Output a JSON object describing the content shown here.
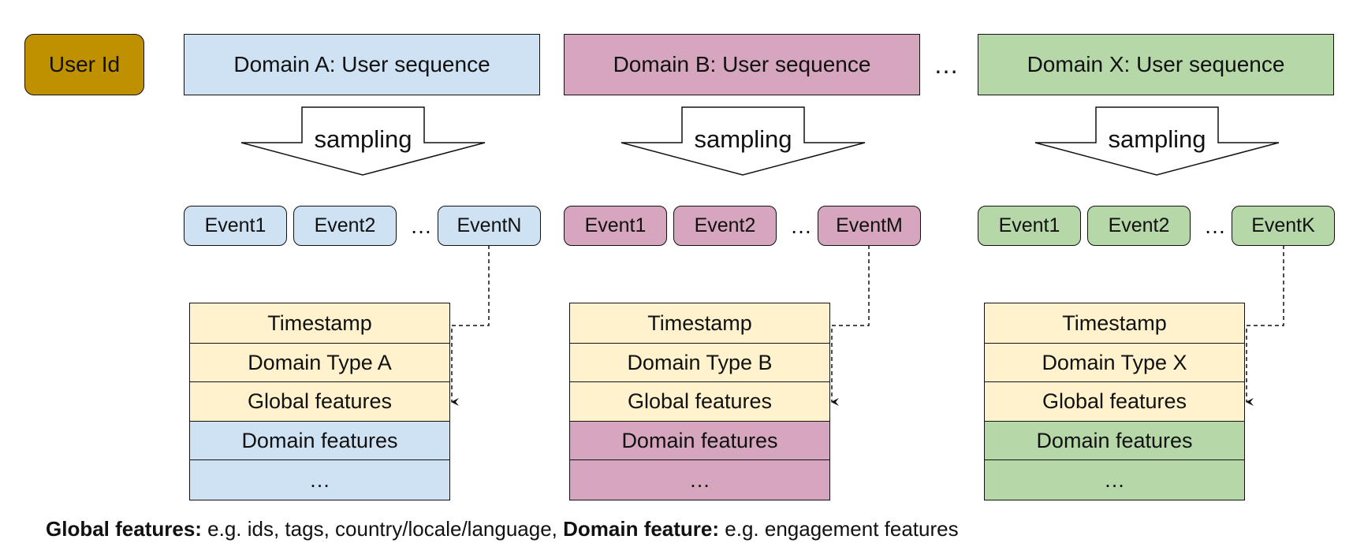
{
  "user_id_label": "User Id",
  "between_domains_ellipsis": "…",
  "domains": [
    {
      "key": "a",
      "sequence_label": "Domain A: User sequence",
      "color": "#cfe2f3",
      "sampling_label": "sampling",
      "events": [
        "Event1",
        "Event2",
        "EventN"
      ],
      "events_ellipsis": "…",
      "table": {
        "timestamp": "Timestamp",
        "domain_type": "Domain Type A",
        "global_features": "Global features",
        "domain_features": "Domain features",
        "more": "…"
      }
    },
    {
      "key": "b",
      "sequence_label": "Domain B: User sequence",
      "color": "#d5a6bd",
      "sampling_label": "sampling",
      "events": [
        "Event1",
        "Event2",
        "EventM"
      ],
      "events_ellipsis": "…",
      "table": {
        "timestamp": "Timestamp",
        "domain_type": "Domain Type B",
        "global_features": "Global features",
        "domain_features": "Domain features",
        "more": "…"
      }
    },
    {
      "key": "x",
      "sequence_label": "Domain X: User sequence",
      "color": "#b6d7a8",
      "sampling_label": "sampling",
      "events": [
        "Event1",
        "Event2",
        "EventK"
      ],
      "events_ellipsis": "…",
      "table": {
        "timestamp": "Timestamp",
        "domain_type": "Domain Type X",
        "global_features": "Global features",
        "domain_features": "Domain features",
        "more": "…"
      }
    }
  ],
  "colors": {
    "user_id": "#bf9000",
    "shared_fields": "#fff2cc",
    "stroke": "#111111"
  },
  "caption": {
    "global_bold": "Global features:",
    "global_text": " e.g. ids, tags, country/locale/language, ",
    "domain_bold": "Domain feature:",
    "domain_text": " e.g. engagement features"
  }
}
